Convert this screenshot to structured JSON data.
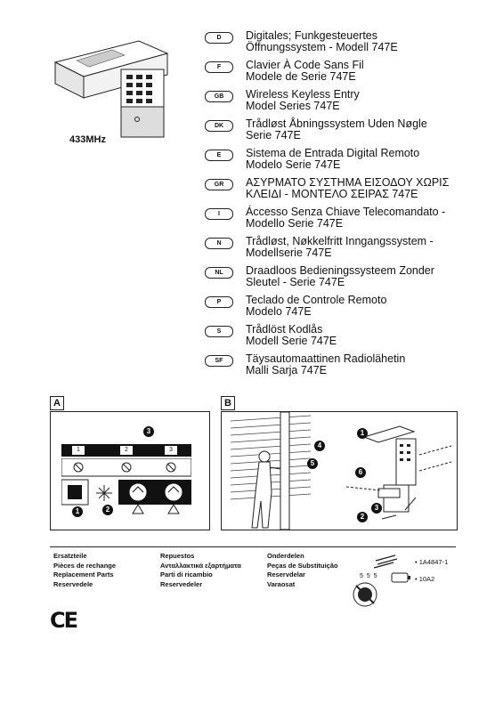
{
  "frequency": "433MHz",
  "languages": [
    {
      "code": "D",
      "line1": "Digitales; Funkgesteuertes",
      "line2": "Öffnungssystem - Modell 747E"
    },
    {
      "code": "F",
      "line1": "Clavier À Code Sans Fil",
      "line2": "Modele de Serie 747E"
    },
    {
      "code": "GB",
      "line1": "Wireless Keyless Entry",
      "line2": "Model Series 747E"
    },
    {
      "code": "DK",
      "line1": "Trådløst Åbningssystem Uden Nøgle",
      "line2": "Serie 747E"
    },
    {
      "code": "E",
      "line1": "Sistema de Entrada Digital Remoto",
      "line2": "Modelo Serie 747E"
    },
    {
      "code": "GR",
      "line1": "ΑΣΥΡΜΑΤΟ ΣΥΣΤΗΜΑ ΕΙΣΟΔΟΥ ΧΩΡΙΣ",
      "line2": "ΚΛΕΙΔΙ - ΜΟΝΤΕΛΟ ΣΕΙΡΑΣ 747E"
    },
    {
      "code": "I",
      "line1": "Áccesso Senza Chiave Telecomandato -",
      "line2": "Modello Serie 747E"
    },
    {
      "code": "N",
      "line1": "Trådløst, Nøkkelfritt Inngangssystem -",
      "line2": "Modellserie 747E"
    },
    {
      "code": "NL",
      "line1": "Draadloos Bedieningssysteem Zonder",
      "line2": "Sleutel - Serie 747E"
    },
    {
      "code": "P",
      "line1": "Teclado de Controle Remoto",
      "line2": "Modelo 747E"
    },
    {
      "code": "S",
      "line1": "Trådlöst Kodlås",
      "line2": "Modell Serie 747E"
    },
    {
      "code": "SF",
      "line1": "Täysautomaattinen Radiolähetin",
      "line2": "Malli Sarja 747E"
    }
  ],
  "panel_a": {
    "label": "A",
    "switch_numbers": [
      "1",
      "2",
      "3"
    ],
    "callouts": [
      "3",
      "1",
      "2"
    ]
  },
  "panel_b": {
    "label": "B",
    "callouts": [
      "1",
      "4",
      "5",
      "6",
      "3",
      "2"
    ]
  },
  "parts": {
    "col1": [
      "Ersatzteile",
      "Pièces de rechange",
      "Replacement Parts",
      "Reservedele"
    ],
    "col2": [
      "Repuestos",
      "Ανταλλακτικά εξαρτήματα",
      "Parti di ricambio",
      "Reservedeler"
    ],
    "col3": [
      "Onderdelen",
      "Peças de Substituição",
      "Reservdelar",
      "Varaosat"
    ],
    "part_numbers": [
      "• 1A4847-1",
      "• 10A2"
    ],
    "battery_marks": "5 5 5"
  },
  "ce_mark": "CE"
}
